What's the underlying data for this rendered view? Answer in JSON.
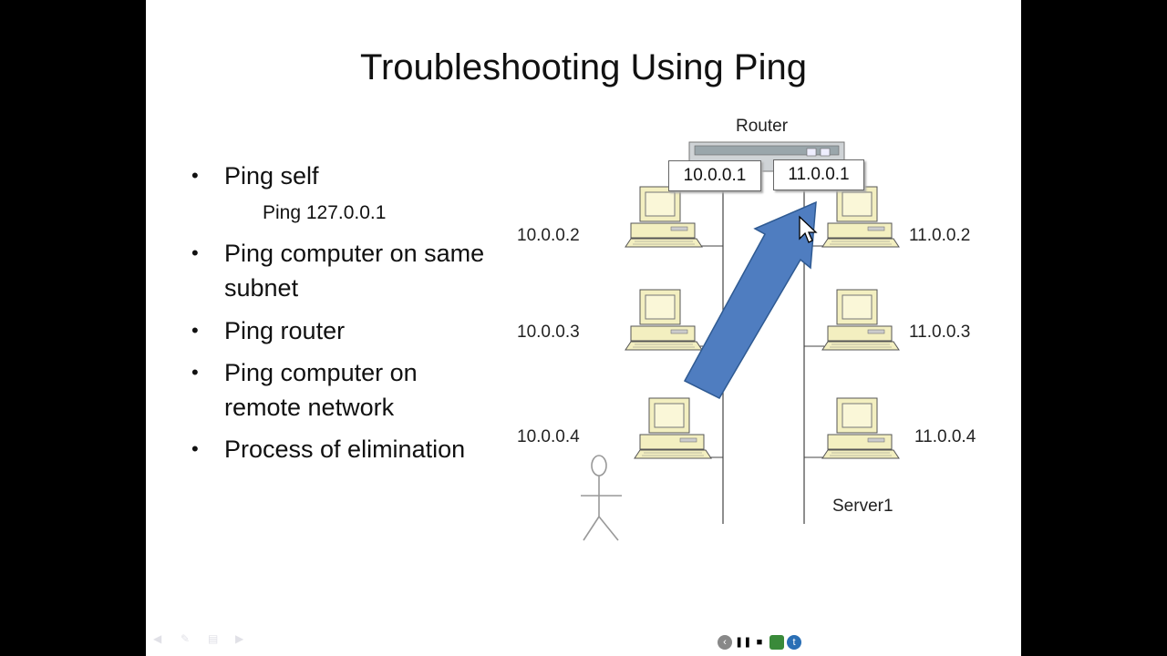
{
  "slide": {
    "title": "Troubleshooting Using Ping",
    "bullets": [
      {
        "line1": "Ping self",
        "line2": ""
      },
      {
        "line1": "Ping computer on same",
        "line2": "subnet"
      },
      {
        "line1": "Ping router",
        "line2": ""
      },
      {
        "line1": "Ping computer on",
        "line2": "remote network"
      },
      {
        "line1": "Process of elimination",
        "line2": ""
      }
    ],
    "sub_bullet": "Ping 127.0.0.1"
  },
  "diagram": {
    "router_label": "Router",
    "router_ip_left": "10.0.0.1",
    "router_ip_right": "11.0.0.1",
    "left_hosts": [
      "10.0.0.2",
      "10.0.0.3",
      "10.0.0.4"
    ],
    "right_hosts": [
      "11.0.0.2",
      "11.0.0.3",
      "11.0.0.4"
    ],
    "server_label": "Server1",
    "arrow_color": "#4f7dc0"
  },
  "icons": {
    "computer": "computer-icon",
    "router": "router-icon",
    "person": "stick-figure-icon",
    "cursor": "mouse-pointer-icon"
  },
  "controls": [
    "previous-icon",
    "pause-icon",
    "stop-icon",
    "record-icon",
    "logo-icon"
  ]
}
